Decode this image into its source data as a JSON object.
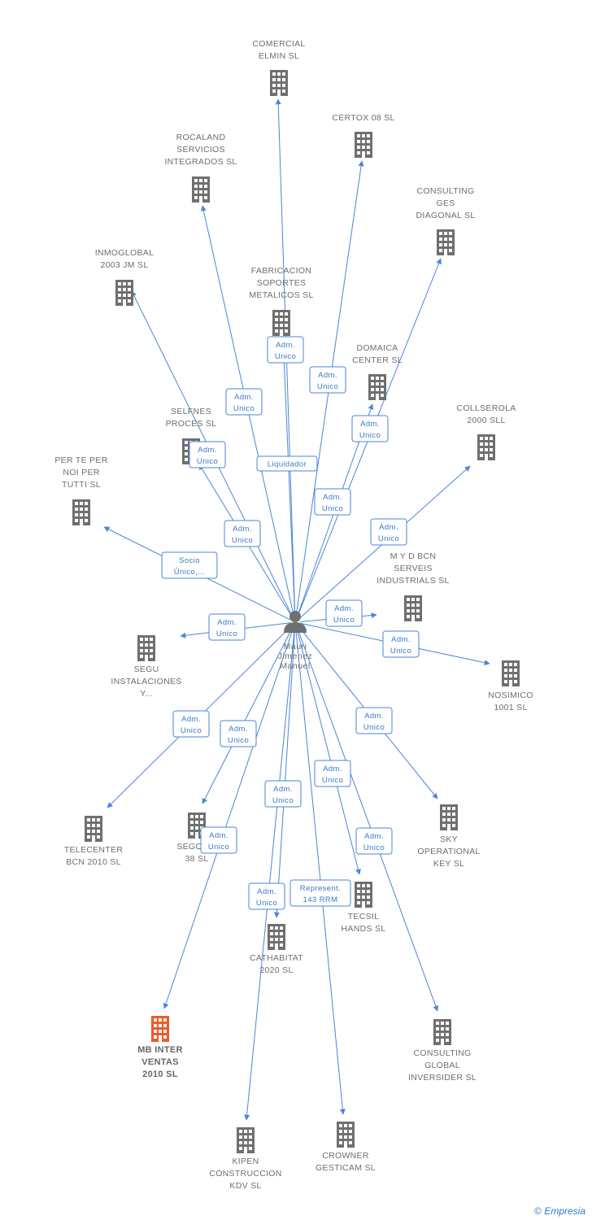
{
  "person": {
    "name_lines": [
      "Mauri",
      "Jimenez",
      "Manuel"
    ],
    "icon": "person-icon"
  },
  "companies": [
    {
      "id": "comercial-elmin",
      "lines": [
        "COMERCIAL",
        "ELMIN SL"
      ],
      "icon": "building-icon"
    },
    {
      "id": "certox-08",
      "lines": [
        "CERTOX 08 SL"
      ],
      "icon": "building-icon"
    },
    {
      "id": "rocaland",
      "lines": [
        "ROCALAND",
        "SERVICIOS",
        "INTEGRADOS SL"
      ],
      "icon": "building-icon"
    },
    {
      "id": "consulting-ges",
      "lines": [
        "CONSULTING",
        "GES",
        "DIAGONAL SL"
      ],
      "icon": "building-icon"
    },
    {
      "id": "inmoglobal",
      "lines": [
        "INMOGLOBAL",
        "2003 JM SL"
      ],
      "icon": "building-icon"
    },
    {
      "id": "fabricacion",
      "lines": [
        "FABRICACION",
        "SOPORTES",
        "METALICOS SL"
      ],
      "icon": "building-icon"
    },
    {
      "id": "domaica",
      "lines": [
        "DOMAICA",
        "CENTER SL"
      ],
      "icon": "building-icon"
    },
    {
      "id": "selfnes",
      "lines": [
        "SELFNES",
        "PROCES SL"
      ],
      "icon": "building-icon"
    },
    {
      "id": "collserola",
      "lines": [
        "COLLSEROLA",
        "2000 SLL"
      ],
      "icon": "building-icon"
    },
    {
      "id": "per-te-per",
      "lines": [
        "PER TE PER",
        "NOI PER",
        "TUTTI SL"
      ],
      "icon": "building-icon"
    },
    {
      "id": "myd-bcn",
      "lines": [
        "M Y D BCN",
        "SERVEIS",
        "INDUSTRIALS SL"
      ],
      "icon": "building-icon"
    },
    {
      "id": "segu",
      "lines": [
        "SEGU",
        "INSTALACIONES",
        "Y..."
      ],
      "icon": "building-icon"
    },
    {
      "id": "nosimico",
      "lines": [
        "NOSIMICO",
        "1001 SL"
      ],
      "icon": "building-icon"
    },
    {
      "id": "telecenter",
      "lines": [
        "TELECENTER",
        "BCN 2010 SL"
      ],
      "icon": "building-icon"
    },
    {
      "id": "segovia",
      "lines": [
        "SEGOVIA",
        "38 SL"
      ],
      "icon": "building-icon"
    },
    {
      "id": "sky",
      "lines": [
        "SKY",
        "OPERATIONAL",
        "KEY  SL"
      ],
      "icon": "building-icon"
    },
    {
      "id": "tecsil",
      "lines": [
        "TECSIL",
        "HANDS SL"
      ],
      "icon": "building-icon"
    },
    {
      "id": "cathabitat",
      "lines": [
        "CATHABITAT",
        "2020 SL"
      ],
      "icon": "building-icon"
    },
    {
      "id": "mb-inter",
      "lines": [
        "MB INTER",
        "VENTAS",
        "2010  SL"
      ],
      "icon": "building-icon",
      "highlight": true
    },
    {
      "id": "consulting-global",
      "lines": [
        "CONSULTING",
        "GLOBAL",
        "INVERSIDER  SL"
      ],
      "icon": "building-icon"
    },
    {
      "id": "kipen",
      "lines": [
        "KIPEN",
        "CONSTRUCCION",
        "KDV SL"
      ],
      "icon": "building-icon"
    },
    {
      "id": "crowner",
      "lines": [
        "CROWNER",
        "GESTICAM SL"
      ],
      "icon": "building-icon"
    }
  ],
  "relations": [
    {
      "target": "comercial-elmin",
      "label": [
        "Adm.",
        "Unico"
      ]
    },
    {
      "target": "certox-08",
      "label": [
        "Adm.",
        "Unico"
      ]
    },
    {
      "target": "rocaland",
      "label": [
        "Adm.",
        "Unico"
      ]
    },
    {
      "target": "consulting-ges",
      "label": [
        "Adm.",
        "Unico"
      ]
    },
    {
      "target": "inmoglobal",
      "label": [
        "Adm.",
        "Unico"
      ]
    },
    {
      "target": "fabricacion",
      "label": [
        "Liquidador"
      ]
    },
    {
      "target": "domaica",
      "label": [
        "Adm.",
        "Unico"
      ]
    },
    {
      "target": "selfnes",
      "label": [
        "Adm.",
        "Unico"
      ]
    },
    {
      "target": "collserola",
      "label": [
        "Adm.",
        "Unico"
      ]
    },
    {
      "target": "per-te-per",
      "label": [
        "Socio",
        "Único,..."
      ]
    },
    {
      "target": "myd-bcn",
      "label": [
        "Adm.",
        "Unico"
      ]
    },
    {
      "target": "segu",
      "label": [
        "Adm.",
        "Unico"
      ]
    },
    {
      "target": "nosimico",
      "label": [
        "Adm.",
        "Unico"
      ]
    },
    {
      "target": "telecenter",
      "label": [
        "Adm.",
        "Unico"
      ]
    },
    {
      "target": "segovia",
      "label": [
        "Adm.",
        "Unico"
      ]
    },
    {
      "target": "sky",
      "label": [
        "Adm.",
        "Unico"
      ]
    },
    {
      "target": "tecsil",
      "label": [
        "Adm.",
        "Unico"
      ]
    },
    {
      "target": "cathabitat",
      "label": [
        "Adm.",
        "Unico"
      ]
    },
    {
      "target": "mb-inter",
      "label": [
        "Adm.",
        "Unico"
      ]
    },
    {
      "target": "consulting-global",
      "label": [
        "Adm.",
        "Unico"
      ]
    },
    {
      "target": "kipen",
      "label": [
        "Adm.",
        "Unico"
      ]
    },
    {
      "target": "crowner",
      "label": [
        "Represent.",
        "143 RRM"
      ]
    }
  ],
  "colors": {
    "edge": "#4a86d8",
    "building": "#6f6f6f",
    "building_highlight": "#f05a28",
    "person": "#6f6f6f"
  },
  "footer": {
    "copyright": "©",
    "brand": "Empresia"
  }
}
